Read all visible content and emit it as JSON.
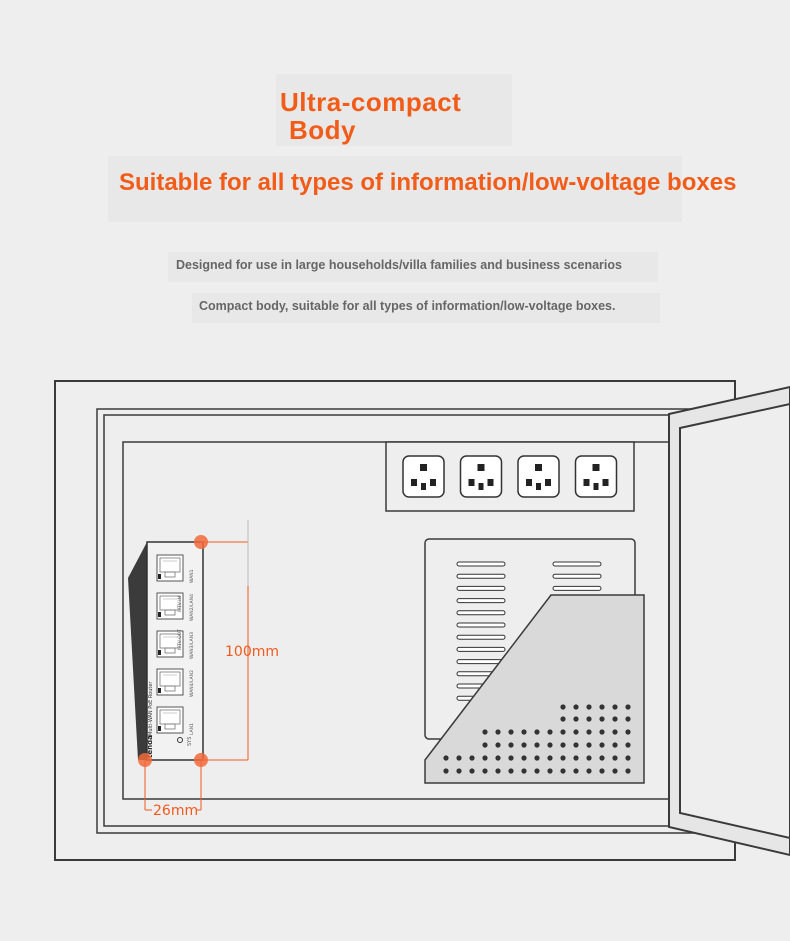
{
  "header": {
    "title_line1": "Ultra-compact",
    "title_line2": "Body",
    "subtitle": "Suitable for all types of information/low-voltage boxes",
    "desc1": "Designed for use in large households/villa families and business scenarios",
    "desc2": "Compact body, suitable for all types of information/low-voltage boxes."
  },
  "illustration": {
    "height_label": "100mm",
    "width_label": "26mm",
    "brand_text": "tenda",
    "model_text": "Multi-WAN PoE Router",
    "port_labels": [
      "WAN1",
      "WAN2/LAN4",
      "WAN3/LAN3",
      "WAN4/LAN2",
      "LAN1"
    ],
    "iptv_labels": [
      "IPTV IN",
      "IPTV OUT"
    ],
    "sys_label": "SYS",
    "socket_count": 4
  },
  "colors": {
    "accent": "#f25c19",
    "outline": "#3a3a3a",
    "background": "#eeeeee"
  }
}
